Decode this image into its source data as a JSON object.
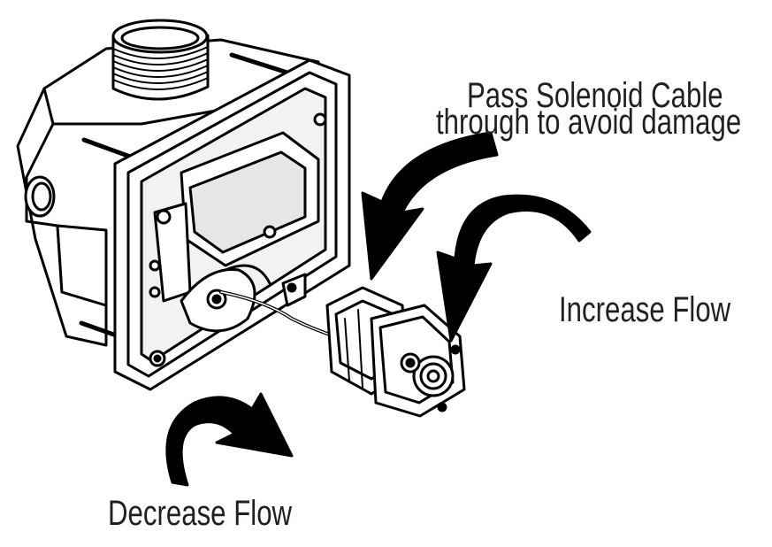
{
  "labels": {
    "cable_line_1": "Pass Solenoid Cable",
    "cable_line_2": "through to avoid damage",
    "increase": "Increase Flow",
    "decrease": "Decrease Flow"
  },
  "colors": {
    "ink": "#231f20",
    "outline": "#000000",
    "fill": "#ffffff",
    "shade": "#d9d9d9"
  }
}
